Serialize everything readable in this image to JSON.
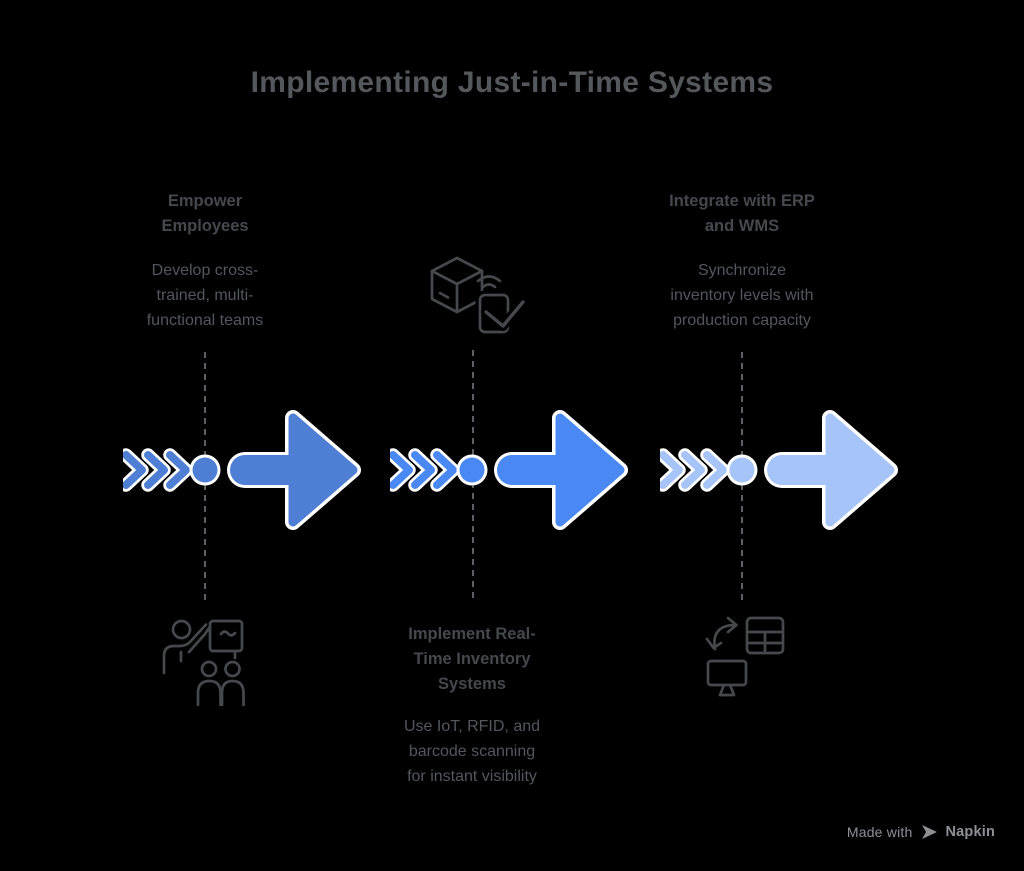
{
  "title": "Implementing Just-in-Time Systems",
  "colors": {
    "background": "#000000",
    "title_text": "#54585c",
    "heading_text": "#45484d",
    "body_text": "#53575c",
    "icon_stroke": "#46484c",
    "dashed_line": "#5e6063",
    "arrow_outline": "#ffffff",
    "watermark": "#8d9196"
  },
  "steps": [
    {
      "heading": "Empower Employees",
      "heading_lines": [
        "Empower",
        "Employees"
      ],
      "body": "Develop cross-trained, multi-functional teams",
      "body_lines": [
        "Develop cross-",
        "trained, multi-",
        "functional teams"
      ],
      "icon": "training-presentation-icon",
      "arrow_color": "#4E7FD4",
      "text_position": "top"
    },
    {
      "heading": "Implement Real-Time Inventory Systems",
      "heading_lines": [
        "Implement Real-",
        "Time Inventory",
        "Systems"
      ],
      "body": "Use IoT, RFID, and barcode scanning for instant visibility",
      "body_lines": [
        "Use IoT, RFID, and",
        "barcode scanning",
        "for instant visibility"
      ],
      "icon": "package-scan-icon",
      "arrow_color": "#4A89F4",
      "text_position": "bottom"
    },
    {
      "heading": "Integrate with ERP and WMS",
      "heading_lines": [
        "Integrate with ERP",
        "and WMS"
      ],
      "body": "Synchronize inventory levels with production capacity",
      "body_lines": [
        "Synchronize",
        "inventory levels with",
        "production capacity"
      ],
      "icon": "sync-erp-monitor-icon",
      "arrow_color": "#A6C4F8",
      "text_position": "top"
    }
  ],
  "watermark": {
    "prefix": "Made with",
    "brand": "Napkin"
  }
}
